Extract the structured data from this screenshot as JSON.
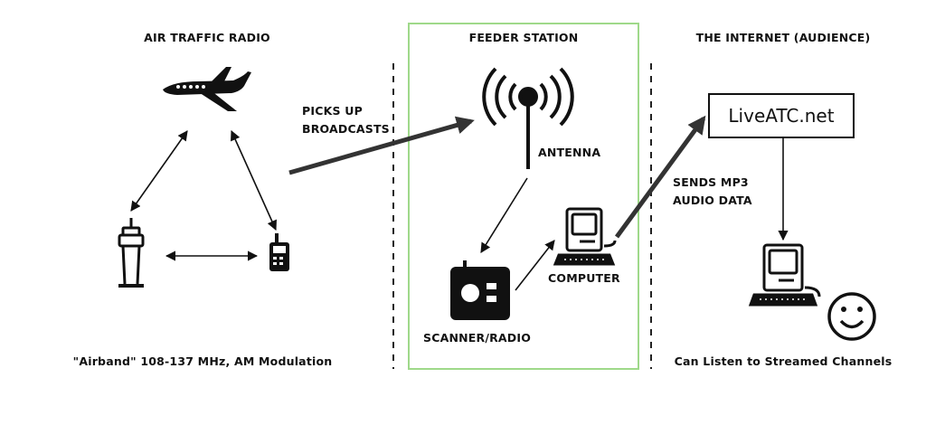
{
  "sections": {
    "air": {
      "title": "AIR TRAFFIC RADIO",
      "caption": "\"Airband\" 108-137 MHz, AM Modulation"
    },
    "feeder": {
      "title": "FEEDER STATION"
    },
    "internet": {
      "title": "THE INTERNET (AUDIENCE)",
      "caption": "Can Listen to Streamed Channels"
    }
  },
  "labels": {
    "picks_up": "PICKS UP\nBROADCASTS",
    "antenna": "ANTENNA",
    "computer": "COMPUTER",
    "scanner": "SCANNER/RADIO",
    "sends": "SENDS MP3\nAUDIO DATA"
  },
  "site": {
    "name": "LiveATC.net"
  },
  "colors": {
    "feeder_border": "#9fd98a",
    "ink": "#111111",
    "divider": "#222222"
  },
  "icons": [
    "airplane-icon",
    "control-tower-icon",
    "handheld-radio-icon",
    "antenna-icon",
    "scanner-radio-icon",
    "computer-icon",
    "smiley-face-icon"
  ]
}
